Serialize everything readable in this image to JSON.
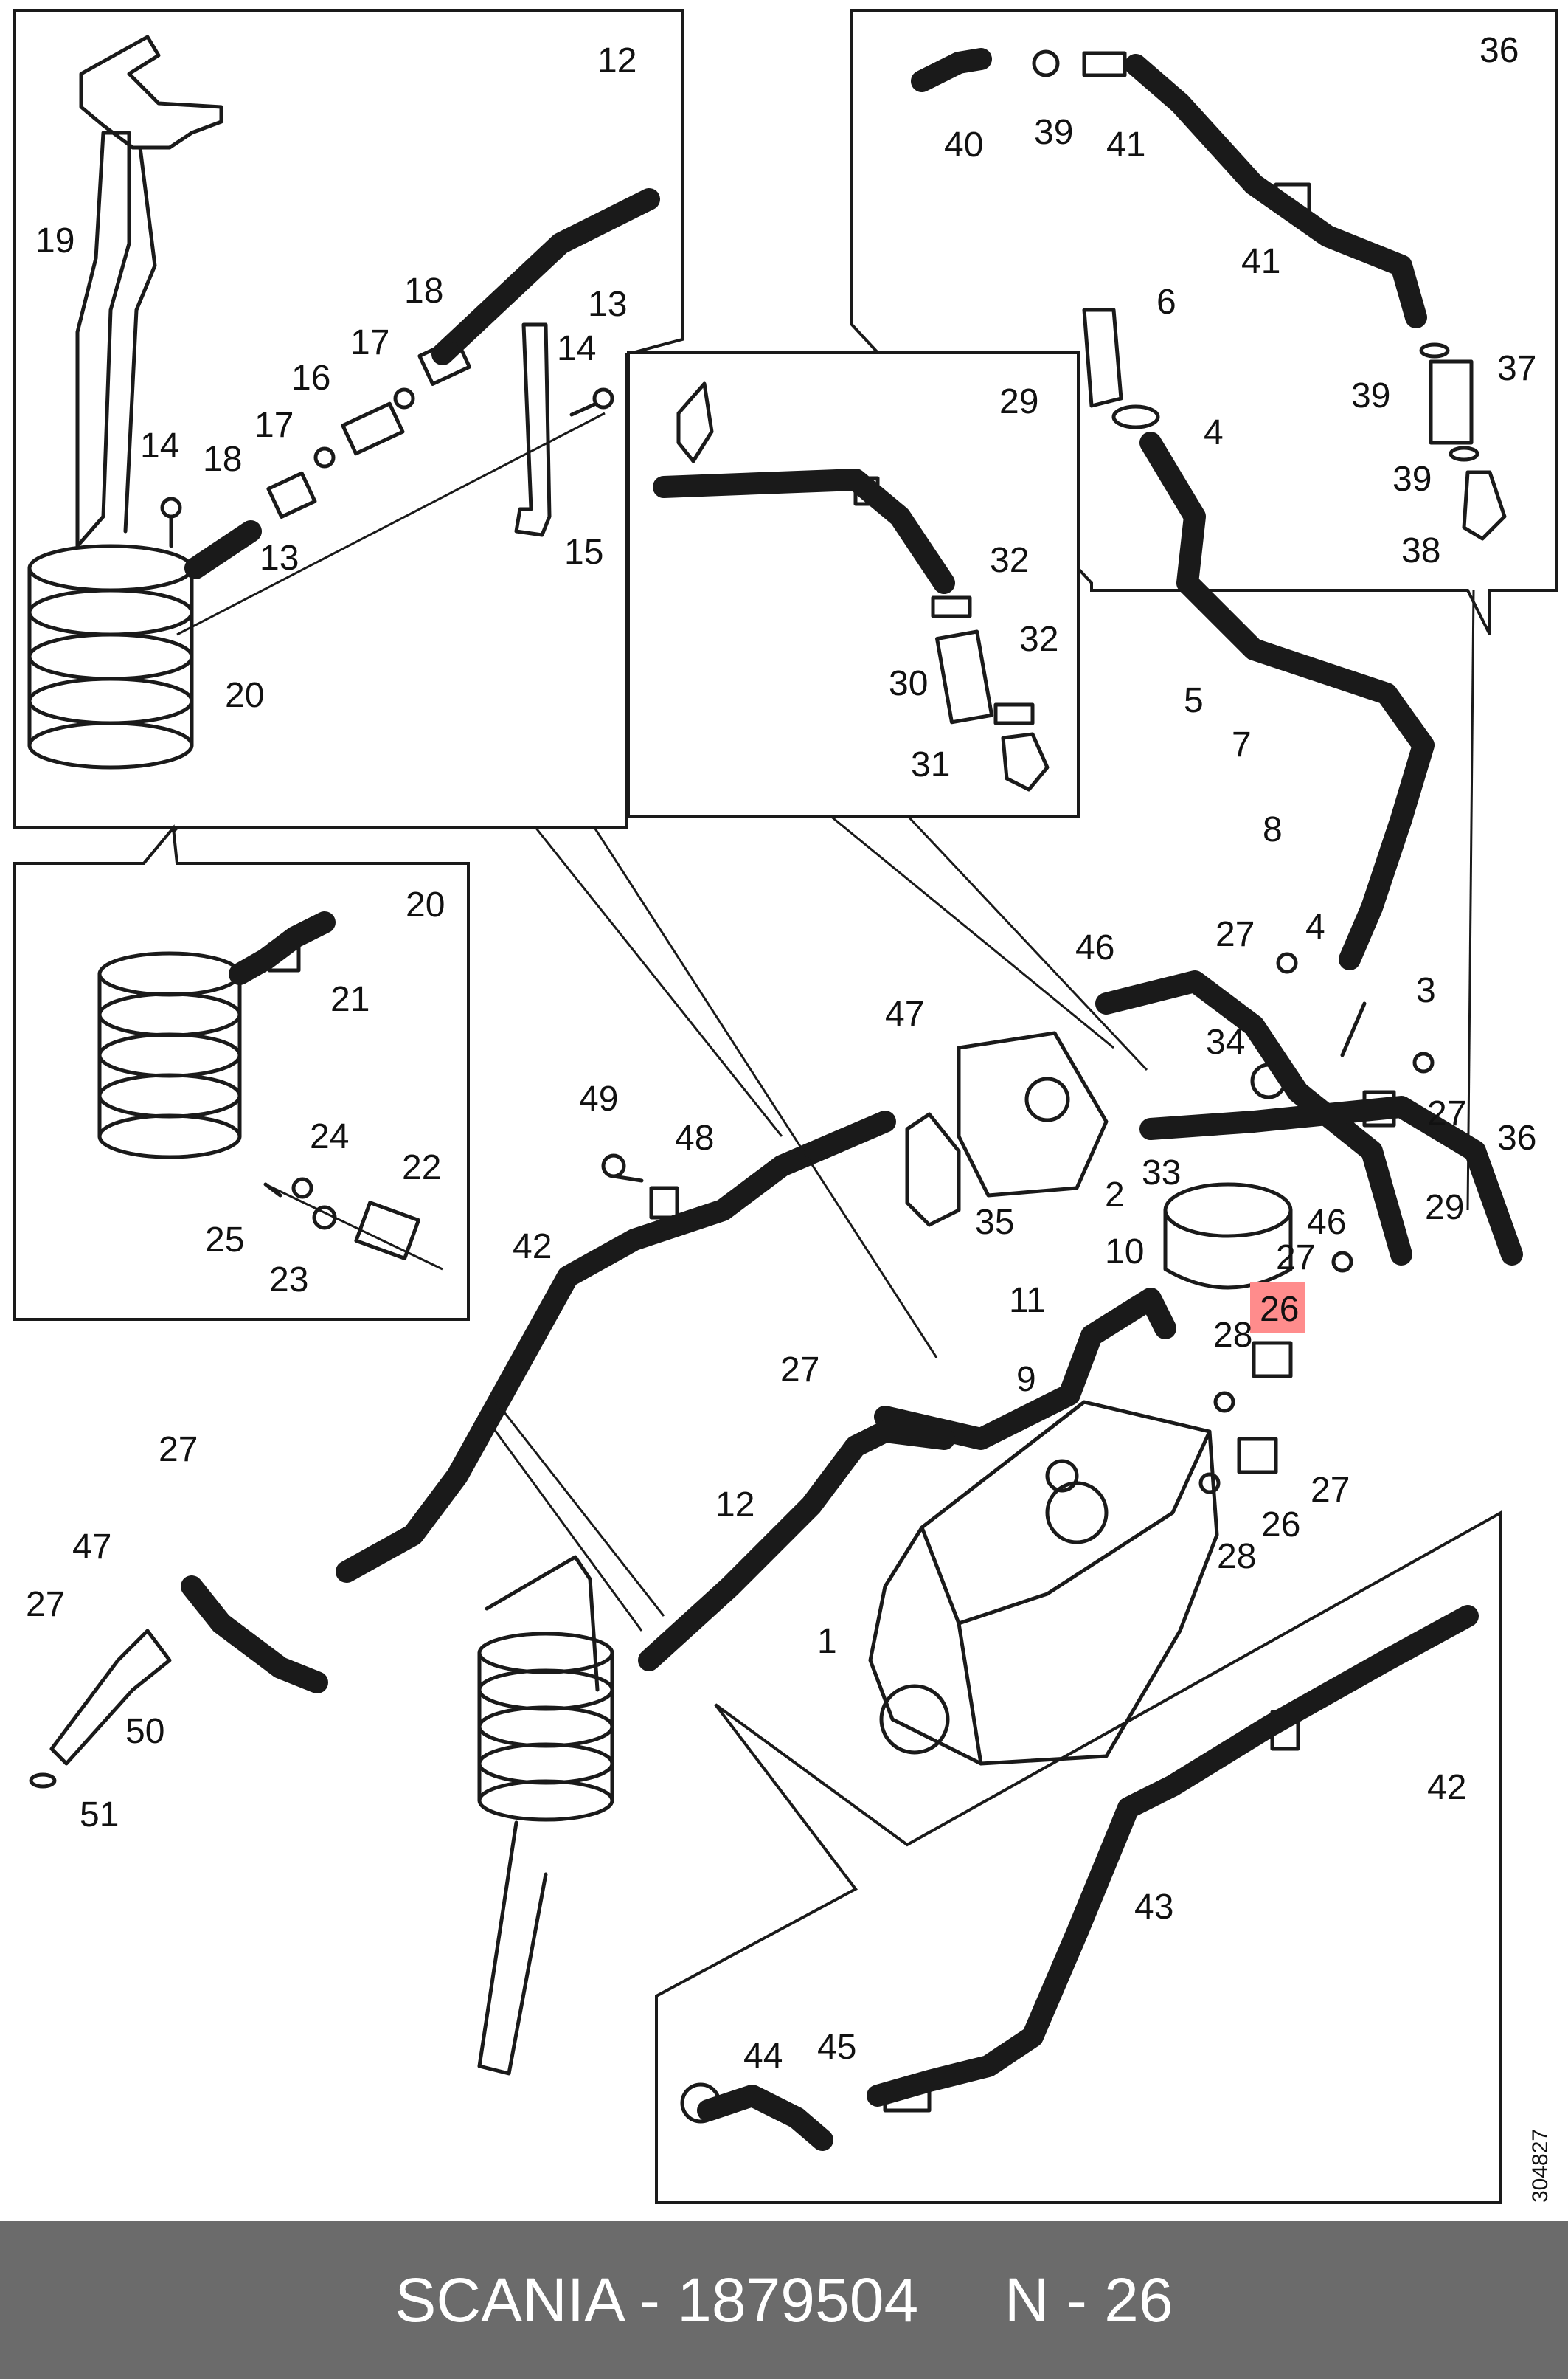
{
  "colors": {
    "footer_bg": "#6b6b6b",
    "footer_text": "#ffffff",
    "highlight": "#ff8c8c",
    "line": "#1a1a1a"
  },
  "boxes": {
    "box_12": "12",
    "box_36": "36",
    "box_29": "29",
    "box_20": "20",
    "box_42": "42"
  },
  "callouts": {
    "c19": "19",
    "c18a": "18",
    "c17a": "17",
    "c16": "16",
    "c17b": "17",
    "c18b": "18",
    "c14a": "14",
    "c13a": "13",
    "c13b": "13",
    "c14b": "14",
    "c15": "15",
    "c20": "20",
    "c21": "21",
    "c24": "24",
    "c22": "22",
    "c25": "25",
    "c23": "23",
    "c40": "40",
    "c39a": "39",
    "c41a": "41",
    "c41b": "41",
    "c39b": "39",
    "c37": "37",
    "c39c": "39",
    "c38": "38",
    "c6": "6",
    "c4a": "4",
    "c32a": "32",
    "c32b": "32",
    "c30": "30",
    "c31": "31",
    "c5": "5",
    "c7": "7",
    "c8": "8",
    "c27a": "27",
    "c4b": "4",
    "c3": "3",
    "c46a": "46",
    "c47a": "47",
    "c34": "34",
    "c27b": "27",
    "c36": "36",
    "c33": "33",
    "c2": "2",
    "c35": "35",
    "c46b": "46",
    "c29": "29",
    "c10": "10",
    "c27c": "27",
    "c26a": "26",
    "c11": "11",
    "c28a": "28",
    "c9": "9",
    "c27d": "27",
    "c26b": "26",
    "c28b": "28",
    "c27e": "27",
    "c49": "49",
    "c48": "48",
    "c42": "42",
    "c12": "12",
    "c1": "1",
    "c27f": "27",
    "c47b": "47",
    "c27g": "27",
    "c50": "50",
    "c51": "51",
    "c43": "43",
    "c44": "44",
    "c45": "45"
  },
  "drawing_number": "304827",
  "footer": {
    "text": "SCANIA - 1879504     N - 26"
  }
}
